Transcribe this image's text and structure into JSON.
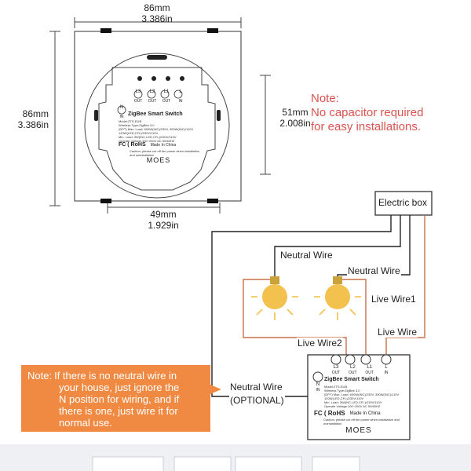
{
  "dimensions": {
    "top_width": [
      "86mm",
      "3.386in"
    ],
    "left_height": [
      "86mm",
      "3.386in"
    ],
    "right_height": [
      "51mm",
      "2.008in"
    ],
    "bottom_width": [
      "49mm",
      "1.929in"
    ]
  },
  "note": {
    "title": "Note:",
    "lines": [
      "No capacitor required",
      "for easy installations."
    ]
  },
  "switch_top": {
    "terminals": [
      "L3",
      "L2",
      "L1",
      "L"
    ],
    "terminal_sub": [
      "OUT",
      "OUT",
      "OUT",
      "IN"
    ],
    "n_label": "N",
    "n_sub": "IN",
    "title": "ZigBee Smart Switch",
    "specs": [
      "Model:ZTS-EUB",
      "Wireless Type:ZigBee 3.0",
      "(DPT) Max. Load: 600W(INC)/230V, 300W(INC)/110V",
      "120W(LED,CFL)/230V/110V",
      "Min. Load: 3W(INC,LED,CFL)/230V/110V",
      "Operate Voltage:100~250V AC 50/60HZ"
    ],
    "cert": "FC ( RoHS",
    "made_in": "Made In China",
    "caution": "Caution: please cut off the power when installation and uninstallation",
    "brand": "MOES"
  },
  "switch_bottom": {
    "terminals": [
      "L3",
      "L2",
      "L1",
      "L"
    ],
    "terminal_sub": [
      "OUT",
      "OUT",
      "OUT",
      "IN"
    ],
    "n_label": "N",
    "n_sub": "IN",
    "title": "ZigBee Smart Switch",
    "specs": [
      "Model:ZTS-EUB",
      "Wireless Type:ZigBee 3.0",
      "(DPT) Max. Load: 600W(INC)/230V, 300W(INC)/110V",
      "120W(LED,CFL)/230V/110V",
      "Min. Load: 3W(INC,LED,CFL)/230V/110V",
      "Operate Voltage:100~250V AC 50/60HZ"
    ],
    "cert": "FC ( RoHS",
    "made_in": "Made In China",
    "caution": "Caution: please cut off the power when installation and uninstallation",
    "brand": "MOES"
  },
  "wiring": {
    "electric_box": "Electric box",
    "neutral_wire_1": "Neutral Wire",
    "neutral_wire_2": "Neutral Wire",
    "live_wire_1": "Live Wire1",
    "live_wire": "Live Wire",
    "live_wire_2": "Live Wire2",
    "neutral_optional_1": "Neutral Wire",
    "neutral_optional_2": "(OPTIONAL)"
  },
  "callout": {
    "head": "Note:",
    "lines": [
      "If there is no neutral wire in",
      "your house, just ignore the",
      "N position for wiring, and if",
      "there is one, just wire it for",
      "normal use."
    ]
  },
  "colors": {
    "live_wire": "#c9704a",
    "neutral_wire": "#222222",
    "bulb": "#f2c14e",
    "note_red": "#d9534f",
    "callout_bg": "#f08a43"
  }
}
